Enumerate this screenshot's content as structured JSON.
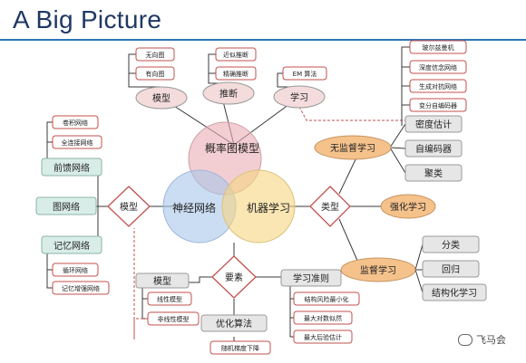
{
  "title": "A Big Picture",
  "center": {
    "pgm": "概率图模型",
    "nn": "神经网络",
    "ml": "机器学习"
  },
  "pgm_branch": {
    "model": "模型",
    "inference": "推断",
    "learning": "学习",
    "model_items": [
      "无向图",
      "有向图"
    ],
    "inference_items": [
      "近似推断",
      "精确推断"
    ],
    "learning_items": [
      "EM 算法"
    ]
  },
  "nn_branch": {
    "model": "模型",
    "feedforward": "前馈网络",
    "graph": "图网络",
    "memory": "记忆网络",
    "feedforward_items": [
      "卷积网络",
      "全连接网络"
    ],
    "memory_items": [
      "循环网络",
      "记忆增强网络"
    ]
  },
  "ml_type": {
    "label": "类型",
    "unsupervised": "无监督学习",
    "reinforcement": "强化学习",
    "supervised": "监督学习",
    "unsupervised_items": [
      "密度估计",
      "自编码器",
      "聚类"
    ],
    "density_items": [
      "玻尔兹曼机",
      "深度信念网络",
      "生成对抗网络",
      "变分自编码器"
    ],
    "supervised_items": [
      "分类",
      "回归",
      "结构化学习"
    ]
  },
  "elements": {
    "label": "要素",
    "model": "模型",
    "model_items": [
      "线性模型",
      "非线性模型"
    ],
    "criterion": "学习准则",
    "criterion_items": [
      "结构风险最小化",
      "最大对数似然",
      "最大后验估计"
    ],
    "optimization": "优化算法",
    "optimization_items": [
      "随机梯度下降"
    ]
  },
  "watermark": "飞马会",
  "colors": {
    "title": "#1f3864",
    "pink_fill": "#f4dcdc",
    "orange_fill": "#f5c28c",
    "teal_fill": "#d9ede8",
    "gray_fill": "#e6e6e6",
    "red_line": "#c0504d"
  }
}
